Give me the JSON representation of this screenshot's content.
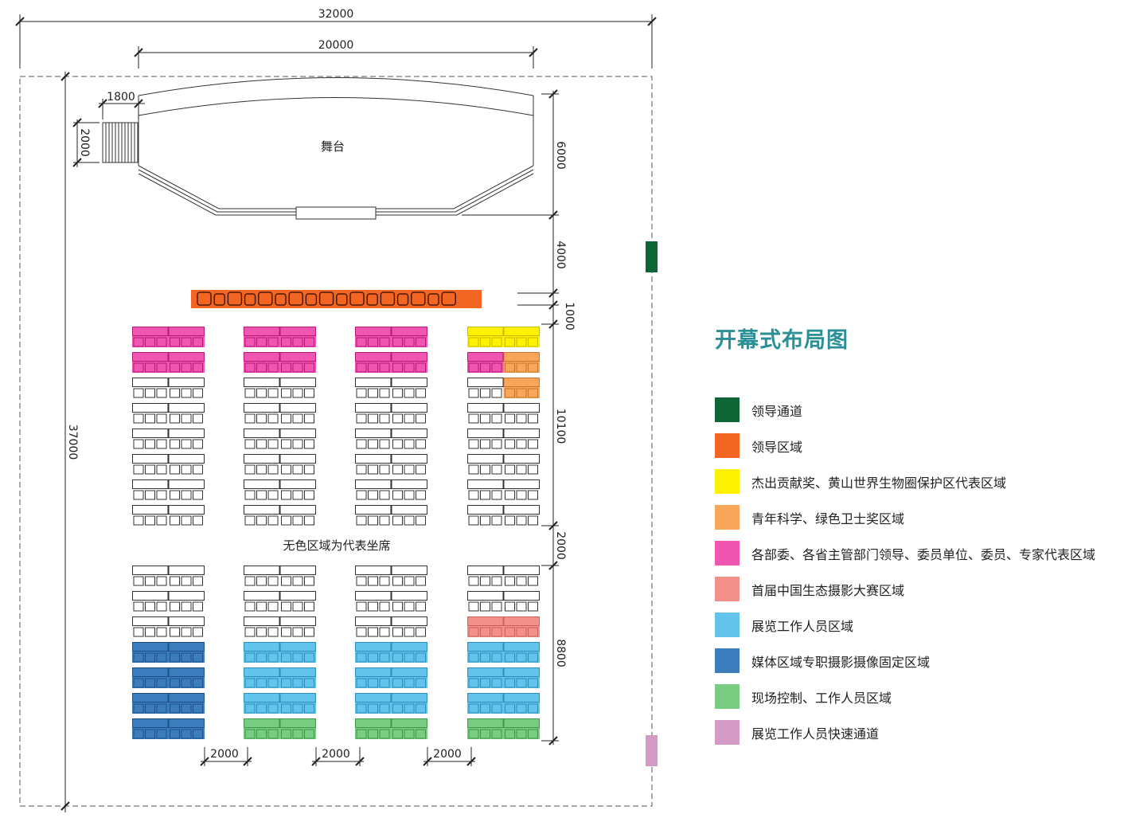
{
  "dimensions": {
    "total_width": "32000",
    "stage_width": "20000",
    "stairs_width": "1800",
    "stairs_depth": "2000",
    "total_depth": "37000",
    "stage_depth": "6000",
    "stage_gap": "4000",
    "leader_row": "1000",
    "upper_seating": "10100",
    "middle_aisle": "2000",
    "lower_seating": "8800",
    "aisle_1": "2000",
    "aisle_2": "2000",
    "aisle_3": "2000"
  },
  "stage_label": "舞台",
  "note": "无色区域为代表坐席",
  "legend": {
    "title": "开幕式布局图",
    "items": [
      {
        "key": "lead_pass",
        "label": "领导通道",
        "color": "#0e6637"
      },
      {
        "key": "lead",
        "label": "领导区域",
        "color": "#f26522"
      },
      {
        "key": "yellow",
        "label": "杰出贡献奖、黄山世界生物圈保护区代表区域",
        "color": "#fff200"
      },
      {
        "key": "orange",
        "label": "青年科学、绿色卫士奖区域",
        "color": "#f7a65a"
      },
      {
        "key": "pink",
        "label": "各部委、各省主管部门领导、委员单位、委员、专家代表区域",
        "color": "#f055b0"
      },
      {
        "key": "salmon",
        "label": "首届中国生态摄影大赛区域",
        "color": "#f4908a"
      },
      {
        "key": "lightblue",
        "label": "展览工作人员区域",
        "color": "#63c3ea"
      },
      {
        "key": "darkblue",
        "label": "媒体区域专职摄影摄像固定区域",
        "color": "#3b7dbd"
      },
      {
        "key": "green",
        "label": "现场控制、工作人员区域",
        "color": "#79cc82"
      },
      {
        "key": "purple",
        "label": "展览工作人员快速通道",
        "color": "#d39bc6"
      }
    ]
  },
  "seating": {
    "upper": [
      [
        [
          "pink",
          "pink"
        ],
        [
          "pink",
          "pink"
        ],
        [
          "none",
          "none"
        ],
        [
          "none",
          "none"
        ],
        [
          "none",
          "none"
        ],
        [
          "none",
          "none"
        ],
        [
          "none",
          "none"
        ],
        [
          "none",
          "none"
        ]
      ],
      [
        [
          "pink",
          "pink"
        ],
        [
          "pink",
          "pink"
        ],
        [
          "none",
          "none"
        ],
        [
          "none",
          "none"
        ],
        [
          "none",
          "none"
        ],
        [
          "none",
          "none"
        ],
        [
          "none",
          "none"
        ],
        [
          "none",
          "none"
        ]
      ],
      [
        [
          "pink",
          "pink"
        ],
        [
          "pink",
          "pink"
        ],
        [
          "none",
          "none"
        ],
        [
          "none",
          "none"
        ],
        [
          "none",
          "none"
        ],
        [
          "none",
          "none"
        ],
        [
          "none",
          "none"
        ],
        [
          "none",
          "none"
        ]
      ],
      [
        [
          "yellow",
          "yellow"
        ],
        [
          "pink",
          "orange"
        ],
        [
          "none",
          "orange"
        ],
        [
          "none",
          "none"
        ],
        [
          "none",
          "none"
        ],
        [
          "none",
          "none"
        ],
        [
          "none",
          "none"
        ],
        [
          "none",
          "none"
        ]
      ]
    ],
    "lower": [
      [
        [
          "none",
          "none"
        ],
        [
          "none",
          "none"
        ],
        [
          "none",
          "none"
        ],
        [
          "darkblue",
          "darkblue"
        ],
        [
          "darkblue",
          "darkblue"
        ],
        [
          "darkblue",
          "darkblue"
        ],
        [
          "darkblue",
          "darkblue"
        ]
      ],
      [
        [
          "none",
          "none"
        ],
        [
          "none",
          "none"
        ],
        [
          "none",
          "none"
        ],
        [
          "lightblue",
          "lightblue"
        ],
        [
          "lightblue",
          "lightblue"
        ],
        [
          "lightblue",
          "lightblue"
        ],
        [
          "green",
          "green"
        ]
      ],
      [
        [
          "none",
          "none"
        ],
        [
          "none",
          "none"
        ],
        [
          "none",
          "none"
        ],
        [
          "lightblue",
          "lightblue"
        ],
        [
          "lightblue",
          "lightblue"
        ],
        [
          "lightblue",
          "lightblue"
        ],
        [
          "green",
          "green"
        ]
      ],
      [
        [
          "none",
          "none"
        ],
        [
          "none",
          "none"
        ],
        [
          "salmon",
          "salmon"
        ],
        [
          "lightblue",
          "lightblue"
        ],
        [
          "lightblue",
          "lightblue"
        ],
        [
          "lightblue",
          "lightblue"
        ],
        [
          "green",
          "green"
        ]
      ]
    ],
    "leader_seat_count": 17
  }
}
